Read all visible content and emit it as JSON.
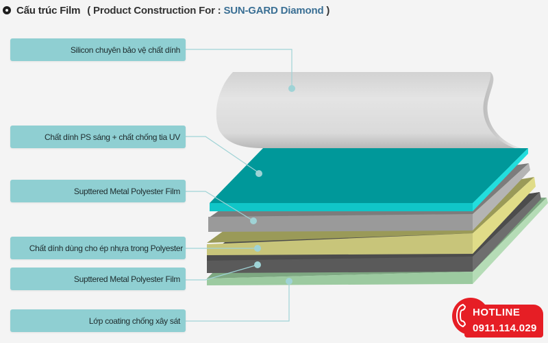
{
  "header": {
    "title": "Cấu trúc Film",
    "subtitle_prefix": "( Product Construction For :",
    "brand": "SUN-GARD Diamond",
    "subtitle_suffix": ")",
    "bullet_icon": "circle-bullet-icon"
  },
  "layers": [
    {
      "label": "Silicon chuyên bảo vệ chất dính",
      "color": "#dcdcdc",
      "name": "silicon-release-liner"
    },
    {
      "label": "Chất dính PS sáng + chất chống tia UV",
      "color": "#00999a",
      "name": "ps-adhesive-uv-layer"
    },
    {
      "label": "Supttered Metal Polyester Film",
      "color": "#848484",
      "name": "sputtered-metal-film-1"
    },
    {
      "label": "Chất dính dùng cho ép nhựa trong Polyester",
      "color": "#c9c57a",
      "name": "laminating-adhesive-layer"
    },
    {
      "label": "Supttered Metal Polyester Film",
      "color": "#4e4e4e",
      "name": "sputtered-metal-film-2"
    },
    {
      "label": "Lớp coating chống xây sát",
      "color": "#93c59a",
      "name": "scratch-resistant-coating"
    }
  ],
  "hotline": {
    "title": "HOTLINE",
    "number": "0911.114.029",
    "icon": "phone-icon",
    "color": "#e61e25"
  },
  "colors": {
    "label_box": "#8fcfd2",
    "connector": "#9fd3d6",
    "brand_text": "#3a6f94",
    "background": "#f4f4f4"
  }
}
